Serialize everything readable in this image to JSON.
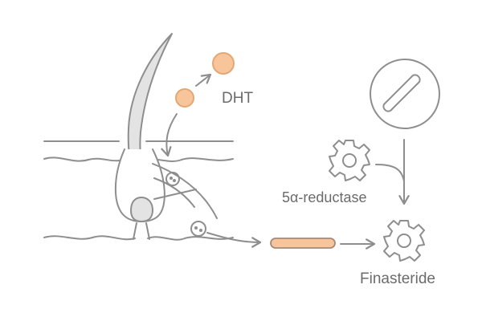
{
  "labels": {
    "dht": "DHT",
    "reductase": "5α-reductase",
    "finasteride": "Finasteride"
  },
  "colors": {
    "stroke": "#8e8e8e",
    "hair_fill": "#e3e3e3",
    "molecule_fill": "#f8c59a",
    "molecule_stroke": "#e3a775",
    "inhibitor_bar": "#f8c59a",
    "text": "#6b6b6b"
  },
  "icons": {
    "pill": "pill-icon",
    "gear_source": "gear-icon",
    "gear_target": "gear-icon"
  }
}
